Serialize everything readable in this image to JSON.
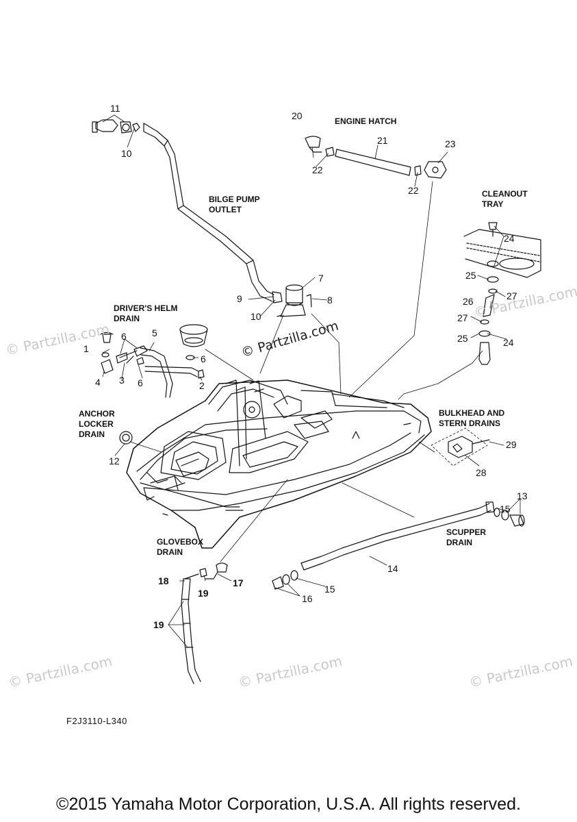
{
  "labels": {
    "engine_hatch": "ENGINE HATCH",
    "bilge_pump_outlet": "BILGE PUMP\nOUTLET",
    "cleanout_tray": "CLEANOUT\nTRAY",
    "drivers_helm_drain": "DRIVER'S HELM\nDRAIN",
    "anchor_locker_drain": "ANCHOR\nLOCKER\nDRAIN",
    "bulkhead_stern_drains": "BULKHEAD AND\nSTERN DRAINS",
    "scupper_drain": "SCUPPER\nDRAIN",
    "glovebox_drain": "GLOVEBOX\nDRAIN"
  },
  "part_numbers": {
    "p1": "1",
    "p2": "2",
    "p3": "3",
    "p4": "4",
    "p5": "5",
    "p6a": "6",
    "p6b": "6",
    "p6c": "6",
    "p7": "7",
    "p8": "8",
    "p9": "9",
    "p10a": "10",
    "p10b": "10",
    "p11": "11",
    "p12": "12",
    "p13": "13",
    "p14": "14",
    "p15a": "15",
    "p15b": "15",
    "p16": "16",
    "p17": "17",
    "p18": "18",
    "p19a": "19",
    "p19b": "19",
    "p20": "20",
    "p21": "21",
    "p22a": "22",
    "p22b": "22",
    "p23": "23",
    "p24a": "24",
    "p24b": "24",
    "p25a": "25",
    "p25b": "25",
    "p26": "26",
    "p27a": "27",
    "p27b": "27",
    "p28": "28",
    "p29": "29"
  },
  "watermark": "© Partzilla.com",
  "diagram_code": "F2J3110-L340",
  "copyright": "©2015 Yamaha Motor Corporation, U.S.A. All rights reserved."
}
